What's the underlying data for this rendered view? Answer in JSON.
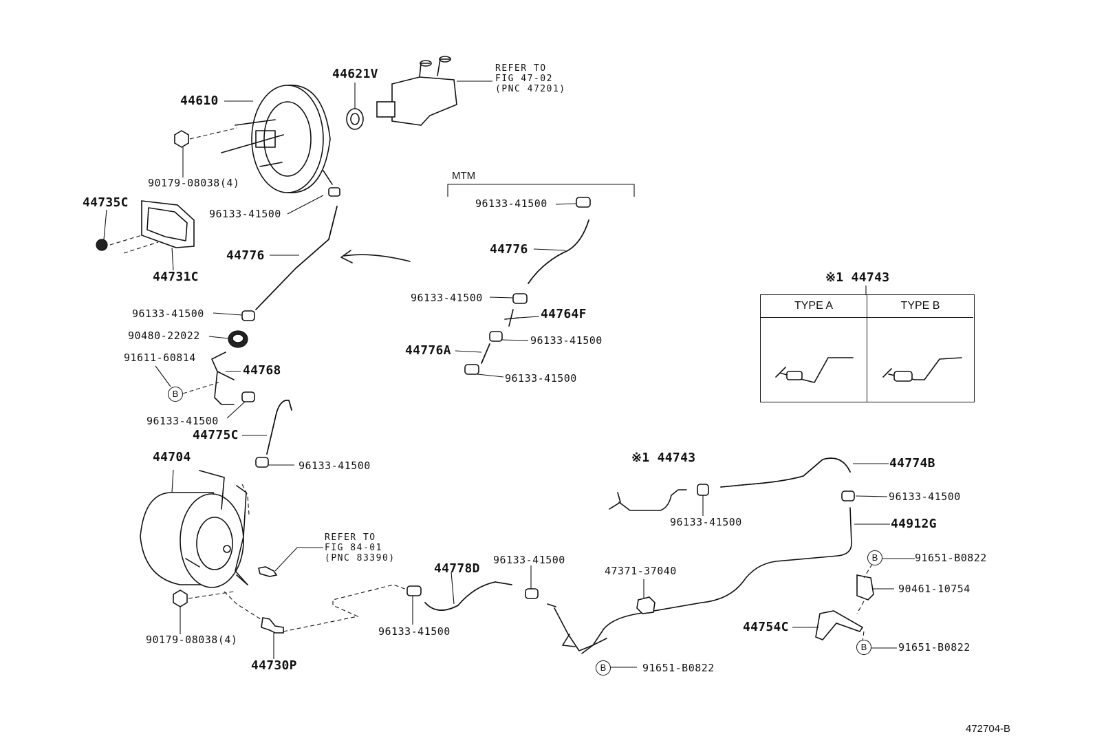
{
  "mtm_label": "MTM",
  "figure_code": "472704-B",
  "badge_letter": "B",
  "refs": [
    {
      "lines": [
        "REFER TO",
        "FIG 47-02",
        "(PNC 47201)"
      ]
    },
    {
      "lines": [
        "REFER TO",
        "FIG 84-01",
        "(PNC 83390)"
      ]
    }
  ],
  "type_table": {
    "title": "※1 44743",
    "columns": [
      "TYPE A",
      "TYPE B"
    ]
  },
  "parts": {
    "p44610": "44610",
    "p44621V": "44621V",
    "p90179_top": "90179-08038(4)",
    "p44735C": "44735C",
    "p44731C": "44731C",
    "p96133_a": "96133-41500",
    "p44776_a": "44776",
    "p96133_b": "96133-41500",
    "p90480": "90480-22022",
    "p91611": "91611-60814",
    "p44768": "44768",
    "p96133_c": "96133-41500",
    "p44775C": "44775C",
    "p96133_d": "96133-41500",
    "p44704": "44704",
    "p90179_bottom": "90179-08038(4)",
    "p44730P": "44730P",
    "p96133_mtm_top": "96133-41500",
    "p44776_mtm": "44776",
    "p96133_mtm_mid": "96133-41500",
    "p44764F": "44764F",
    "p96133_mtm_right": "96133-41500",
    "p44776A": "44776A",
    "p96133_mtm_bottom": "96133-41500",
    "p44778D": "44778D",
    "p96133_e": "96133-41500",
    "p96133_f": "96133-41500",
    "p47371": "47371-37040",
    "p91651_a": "91651-B0822",
    "p44743": "※1 44743",
    "p96133_g": "96133-41500",
    "p44774B": "44774B",
    "p96133_h": "96133-41500",
    "p44912G": "44912G",
    "p91651_b": "91651-B0822",
    "p90461": "90461-10754",
    "p44754C": "44754C",
    "p91651_c": "91651-B0822"
  }
}
